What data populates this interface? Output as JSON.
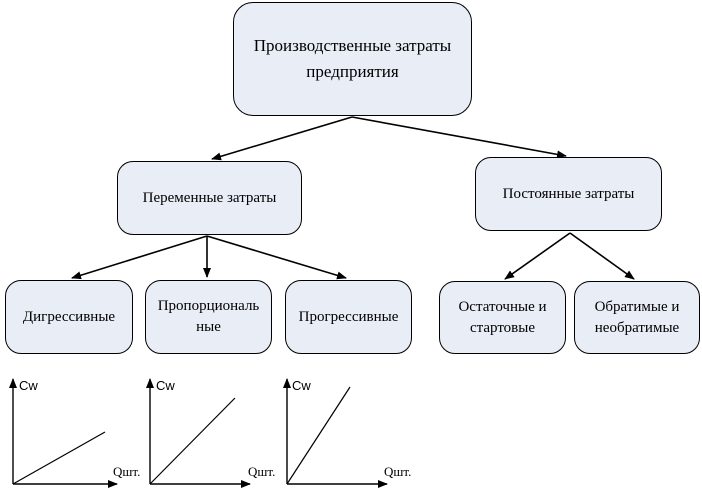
{
  "diagram": {
    "root": {
      "text": "Производственные затраты\nпредприятия"
    },
    "variable": {
      "text": "Переменные затраты"
    },
    "fixed": {
      "text": "Постоянные затраты"
    },
    "degressive": {
      "text": "Дигрессивные"
    },
    "proportional": {
      "text": "Пропорциональ\nные"
    },
    "progressive": {
      "text": "Прогрессивные"
    },
    "residual": {
      "text": "Остаточные и\nстартовые"
    },
    "reversible": {
      "text": "Обратимые и\nнеобратимые"
    }
  },
  "graphs": [
    {
      "y_label": "Cw",
      "x_label": "Qшт."
    },
    {
      "y_label": "Cw",
      "x_label": "Qшт."
    },
    {
      "y_label": "Cw",
      "x_label": "Qшт."
    }
  ],
  "colors": {
    "node_fill": "#e8edf6",
    "stroke": "#000000"
  }
}
